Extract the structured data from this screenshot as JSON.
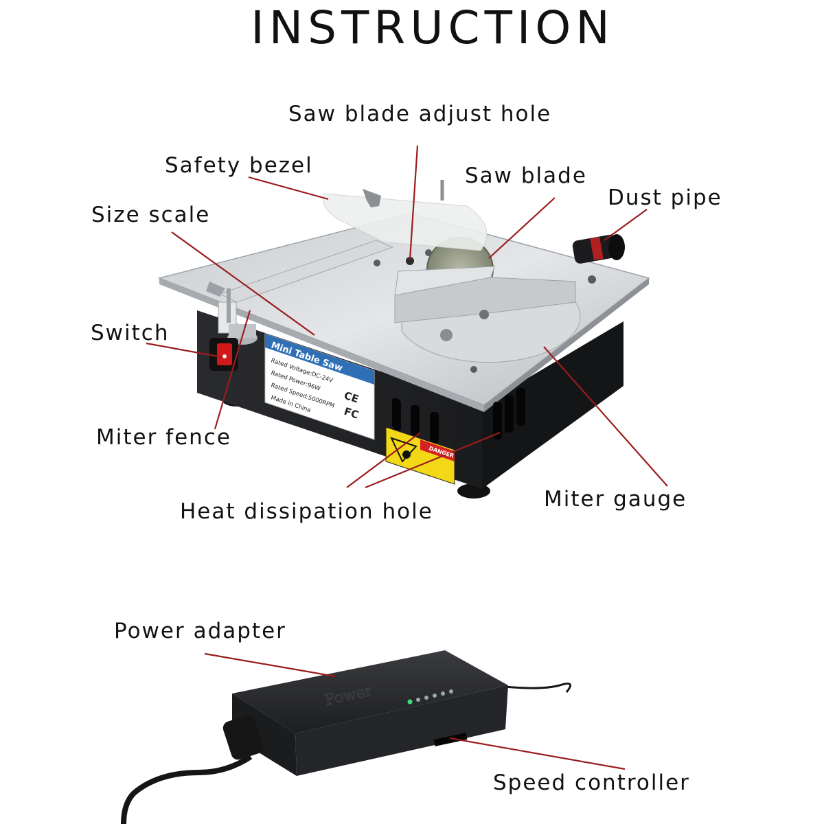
{
  "title": "INSTRUCTION",
  "labels": {
    "saw_blade_adjust_hole": "Saw blade adjust hole",
    "safety_bezel": "Safety bezel",
    "saw_blade": "Saw blade",
    "dust_pipe": "Dust pipe",
    "size_scale": "Size scale",
    "switch": "Switch",
    "miter_fence": "Miter fence",
    "heat_dissipation_hole": "Heat dissipation hole",
    "miter_gauge": "Miter gauge",
    "power_adapter": "Power adapter",
    "speed_controller": "Speed controller"
  },
  "product_label": {
    "name": "Mini Table Saw",
    "voltage": "Rated Voltage:DC-24V",
    "power": "Rated Power:96W",
    "speed": "Rated Speed:5000RPM",
    "origin": "Made in China",
    "ce_mark": "CE",
    "fc_mark": "FC"
  },
  "warning_label": {
    "text": "DANGER"
  },
  "adapter": {
    "brand": "Power"
  },
  "colors": {
    "leader_line": "#9b1c1c",
    "text": "#111111",
    "label_blue": "#2f6fb5"
  }
}
